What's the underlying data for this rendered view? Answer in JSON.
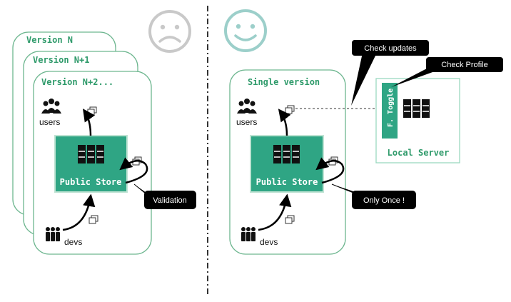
{
  "left": {
    "card_titles": [
      "Version N",
      "Version N+1",
      "Version N+2..."
    ],
    "users_label": "users",
    "devs_label": "devs",
    "store_label": "Public Store",
    "callout_validation": "Validation"
  },
  "right": {
    "card_title": "Single version",
    "users_label": "users",
    "devs_label": "devs",
    "store_label": "Public Store",
    "callout_once": "Only Once !",
    "callout_check_updates": "Check updates",
    "callout_check_profile": "Check Profile",
    "toggle_label": "F. Toggle",
    "local_server_label": "Local Server"
  },
  "colors": {
    "card_border": "#6db68f",
    "title_green": "#2e9a6a",
    "store_fill": "#2fa584",
    "face_grey": "#c9c9c9",
    "face_teal": "#9ccfca",
    "callout_bg": "#000000"
  }
}
